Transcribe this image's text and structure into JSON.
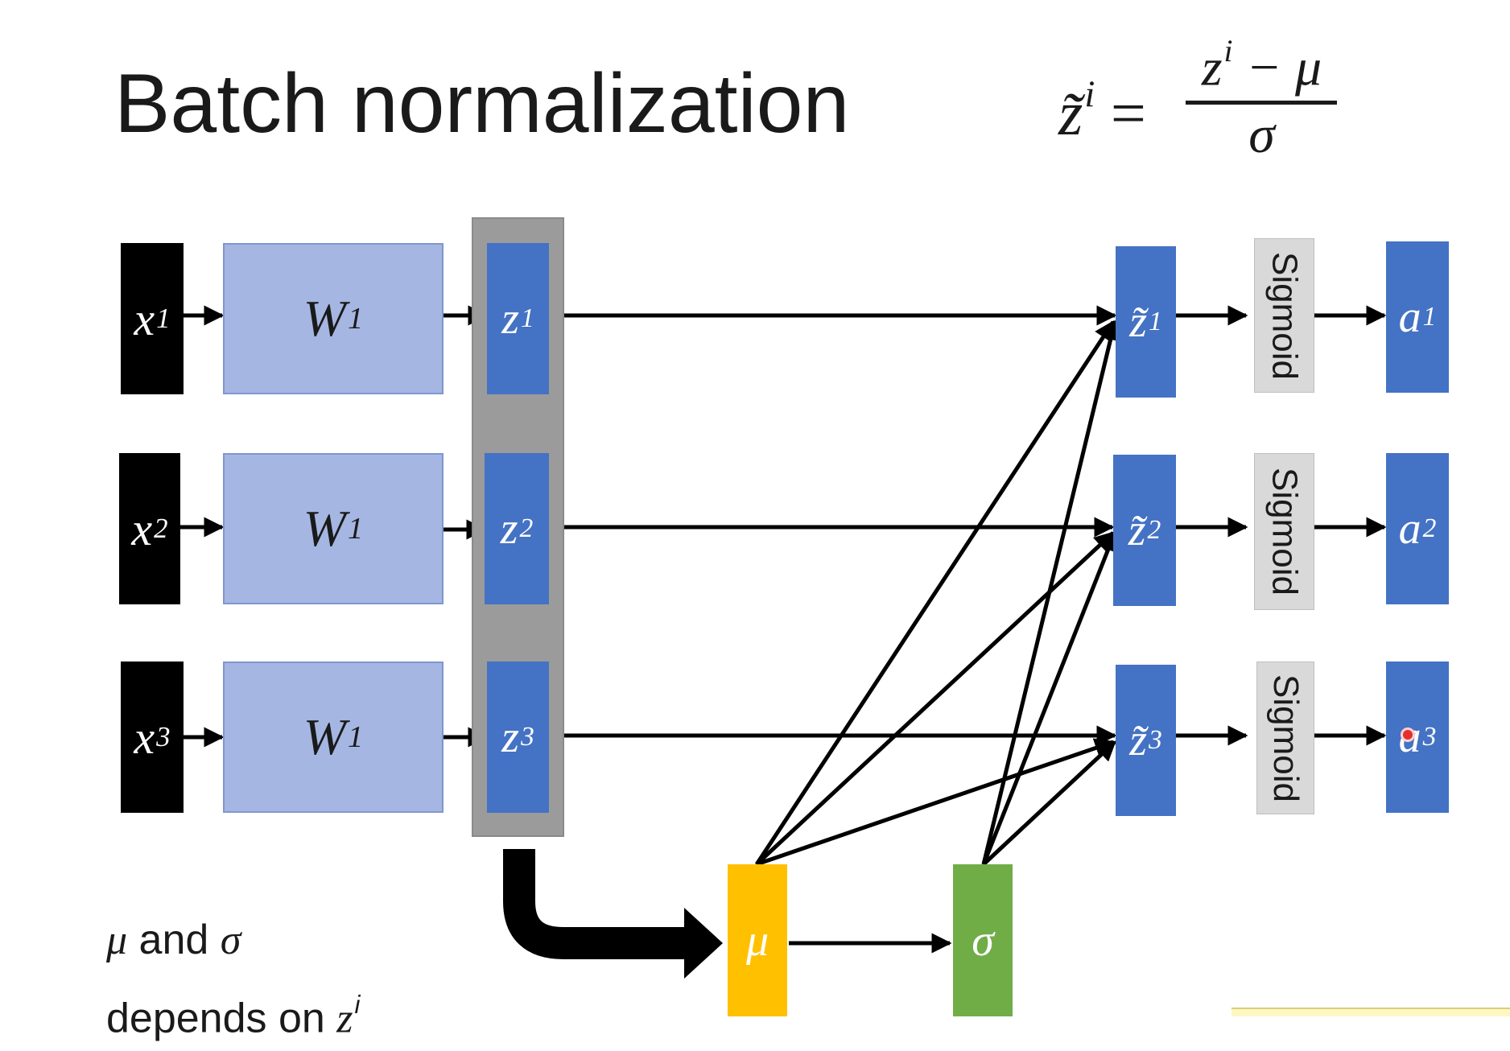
{
  "title": "Batch normalization",
  "formula": {
    "lhs_base": "z̃",
    "lhs_sup": "i",
    "equals": "=",
    "num_base": "z",
    "num_sup": "i",
    "num_rest": " − μ",
    "den": "σ"
  },
  "rows": [
    {
      "x": "x",
      "x_sup": "1",
      "w": "W",
      "w_sup": "1",
      "z": "z",
      "z_sup": "1",
      "zt": "z̃",
      "zt_sup": "1",
      "act": "Sigmoid",
      "a": "a",
      "a_sup": "1"
    },
    {
      "x": "x",
      "x_sup": "2",
      "w": "W",
      "w_sup": "1",
      "z": "z",
      "z_sup": "2",
      "zt": "z̃",
      "zt_sup": "2",
      "act": "Sigmoid",
      "a": "a",
      "a_sup": "2"
    },
    {
      "x": "x",
      "x_sup": "3",
      "w": "W",
      "w_sup": "1",
      "z": "z",
      "z_sup": "3",
      "zt": "z̃",
      "zt_sup": "3",
      "act": "Sigmoid",
      "a": "a",
      "a_sup": "3"
    }
  ],
  "mu": "μ",
  "sigma": "σ",
  "note": {
    "line1_mu": "μ",
    "line1_and": " and ",
    "line1_sigma": "σ",
    "line2": "depends on ",
    "line2_z": "z",
    "line2_sup": "i"
  },
  "colors": {
    "blue": "#4472c4",
    "light_blue": "#a5b6e2",
    "yellow": "#ffc000",
    "green": "#70ad47",
    "gray": "#9b9b9b"
  }
}
